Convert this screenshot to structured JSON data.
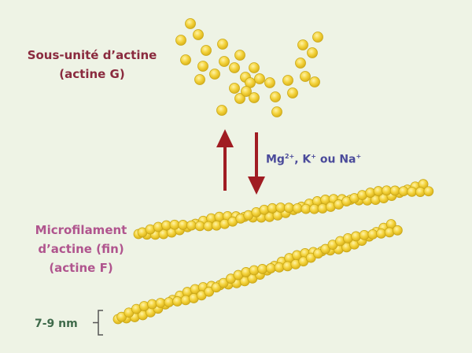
{
  "labels": {
    "g_actin_line1": "Sous-unité d’actine",
    "g_actin_line2": "(actine G)",
    "f_actin_line1": "Microfilament",
    "f_actin_line2": "d’actine (fin)",
    "f_actin_line3": "(actine F)",
    "ions_mg": "Mg",
    "ions_mg_sup": "2+",
    "ions_k": ", K",
    "ions_k_sup": "+",
    "ions_na": " ou Na",
    "ions_na_sup": "+",
    "scale": "7-9 nm"
  },
  "colors": {
    "background": "#eef3e5",
    "bead_fill": "#f3d23a",
    "bead_stroke": "#c9a716",
    "arrow": "#a01c22",
    "g_label": "#8a2a3e",
    "f_label": "#b0558e",
    "ion_label": "#4a4a9a",
    "scale_label": "#3f6a4a"
  }
}
